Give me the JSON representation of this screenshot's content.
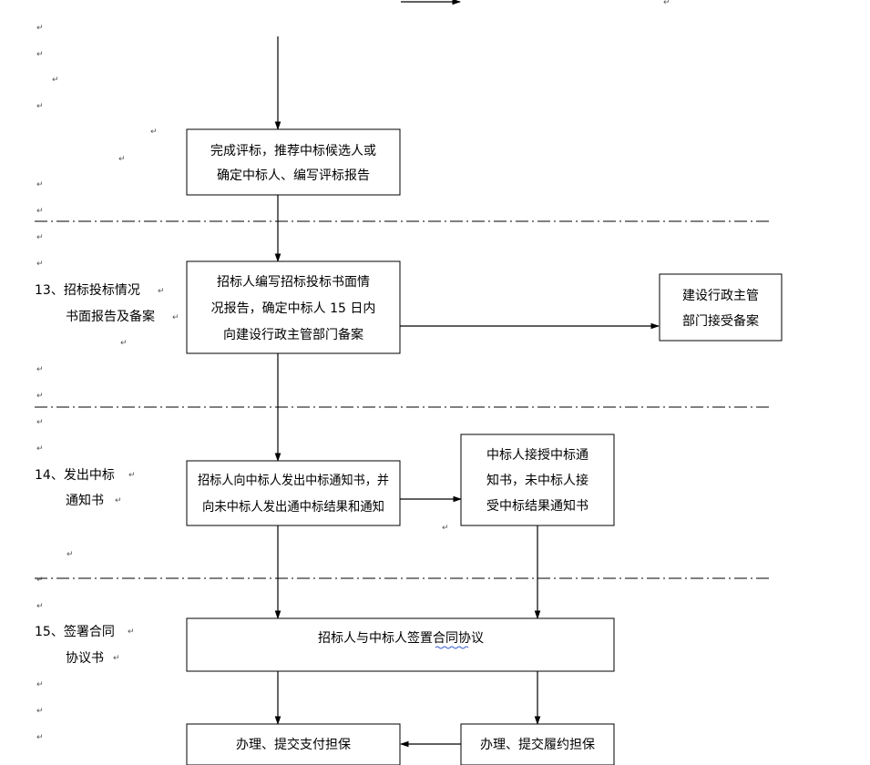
{
  "steps": {
    "s13": {
      "line1": "13、招标投标情况",
      "line2": "书面报告及备案"
    },
    "s14": {
      "line1": "14、发出中标",
      "line2": "通知书"
    },
    "s15": {
      "line1": "15、签署合同",
      "line2": "协议书"
    }
  },
  "boxes": {
    "evaluation": {
      "line1": "完成评标，推荐中标候选人或",
      "line2": "确定中标人、编写评标报告"
    },
    "report": {
      "line1": "招标人编写招标投标书面情",
      "line2": "况报告，确定中标人 15 日内",
      "line3": "向建设行政主管部门备案"
    },
    "authority": {
      "line1": "建设行政主管",
      "line2": "部门接受备案"
    },
    "notice": {
      "line1": "招标人向中标人发出中标通知书，并",
      "line2": "向未中标人发出通中标结果和通知"
    },
    "winner": {
      "line1": "中标人接授中标通",
      "line2": "知书，未中标人接",
      "line3": "受中标结果通知书"
    },
    "contract": {
      "line1": "招标人与中标人签置合同协议"
    },
    "payment_guarantee": {
      "line1": "办理、提交支付担保"
    },
    "performance_guarantee": {
      "line1": "办理、提交履约担保"
    }
  },
  "paragraph_mark": "↵"
}
